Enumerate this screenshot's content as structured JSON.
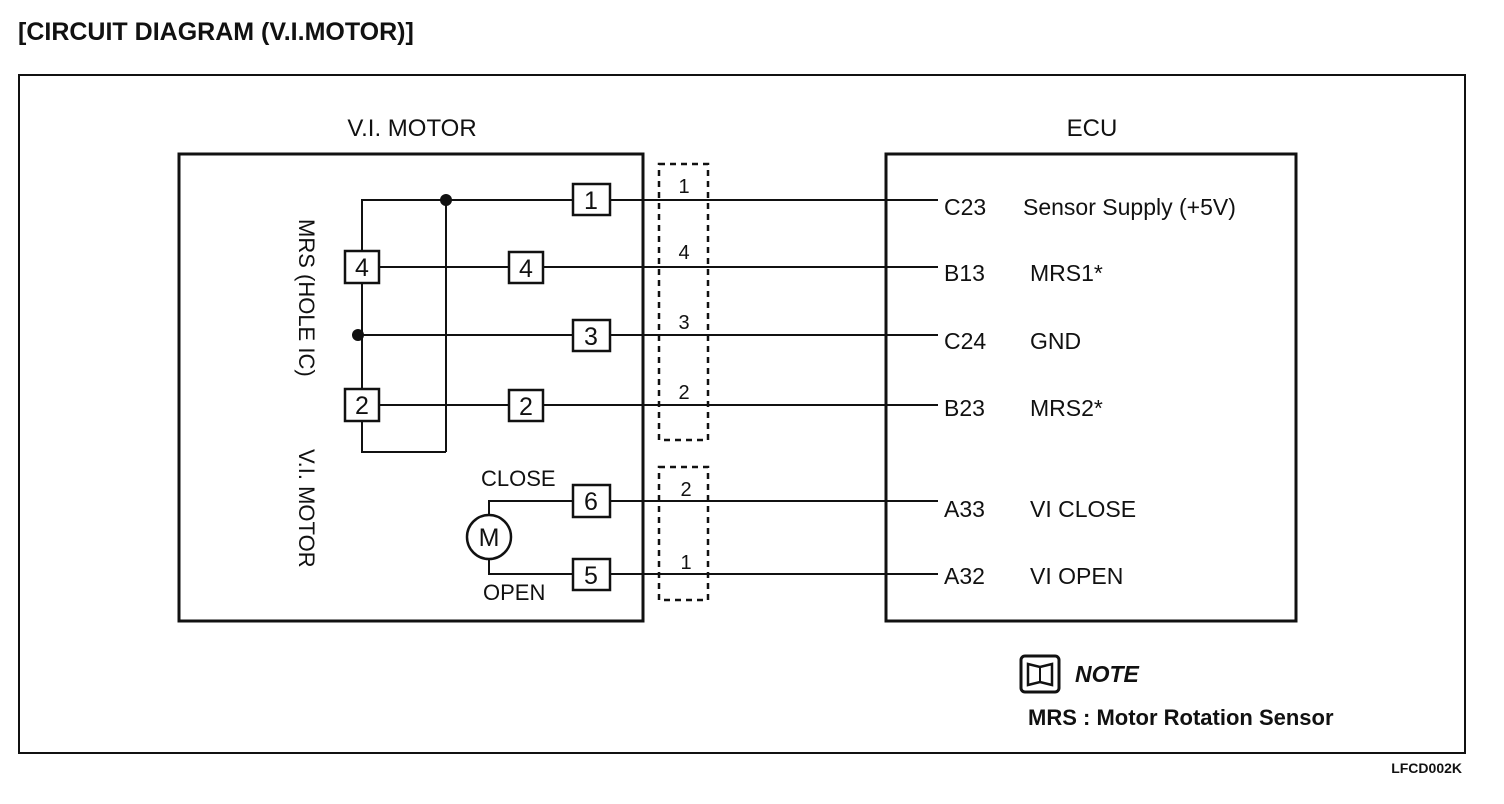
{
  "title": "[CIRCUIT DIAGRAM (V.I.MOTOR)]",
  "motor_block": {
    "heading": "V.I. MOTOR",
    "sensor_label": "MRS (HOLE IC)",
    "motor_label": "V.I. MOTOR",
    "motor_symbol": "M",
    "close_label": "CLOSE",
    "open_label": "OPEN",
    "inner_pins": [
      "4",
      "2"
    ],
    "pins": [
      "1",
      "4",
      "3",
      "2",
      "6",
      "5"
    ]
  },
  "connectors": {
    "upper": [
      "1",
      "4",
      "3",
      "2"
    ],
    "lower": [
      "2",
      "1"
    ]
  },
  "ecu": {
    "heading": "ECU",
    "terminals": [
      {
        "pin": "C23",
        "signal": "Sensor Supply (+5V)"
      },
      {
        "pin": "B13",
        "signal": "MRS1*"
      },
      {
        "pin": "C24",
        "signal": "GND"
      },
      {
        "pin": "B23",
        "signal": "MRS2*"
      },
      {
        "pin": "A33",
        "signal": "VI CLOSE"
      },
      {
        "pin": "A32",
        "signal": "VI OPEN"
      }
    ]
  },
  "note": {
    "icon": "book-icon",
    "label": "NOTE",
    "text": "MRS : Motor Rotation Sensor"
  },
  "figure_code": "LFCD002K"
}
